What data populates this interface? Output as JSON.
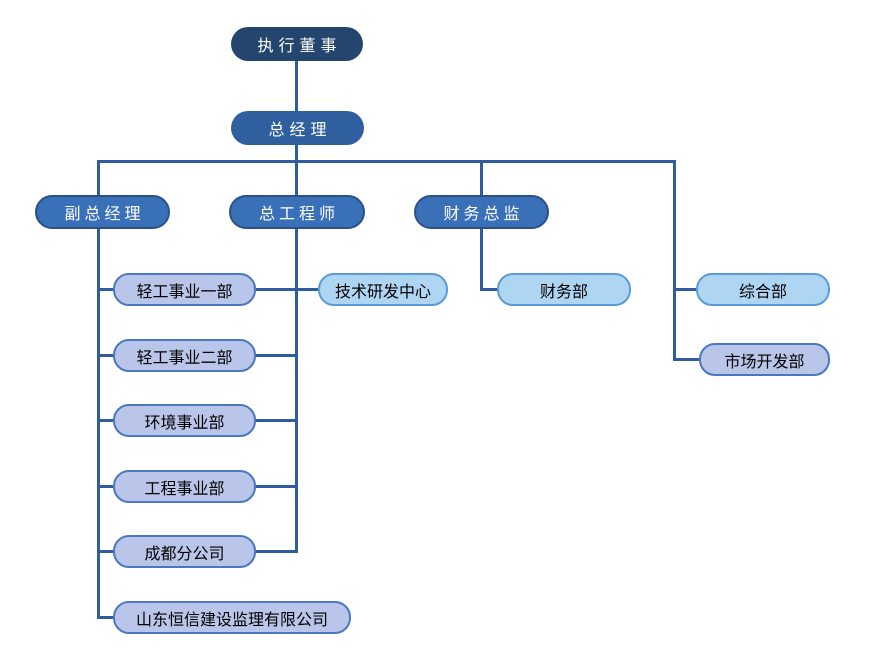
{
  "diagram": {
    "type": "org-chart",
    "nodes": {
      "executive_director": "执行董事",
      "general_manager": "总经理",
      "deputy_general_manager": "副总经理",
      "chief_engineer": "总工程师",
      "finance_director": "财务总监",
      "light_industry_dept_1": "轻工事业一部",
      "light_industry_dept_2": "轻工事业二部",
      "environment_dept": "环境事业部",
      "engineering_dept": "工程事业部",
      "chengdu_branch": "成都分公司",
      "shandong_hengxin_supervision": "山东恒信建设监理有限公司",
      "tech_rd_center": "技术研发中心",
      "finance_dept": "财务部",
      "general_dept": "综合部",
      "market_dev_dept": "市场开发部"
    },
    "edges": [
      [
        "执行董事",
        "总经理"
      ],
      [
        "总经理",
        "副总经理"
      ],
      [
        "总经理",
        "总工程师"
      ],
      [
        "总经理",
        "财务总监"
      ],
      [
        "总经理",
        "综合部"
      ],
      [
        "总经理",
        "市场开发部"
      ],
      [
        "副总经理",
        "轻工事业一部"
      ],
      [
        "副总经理",
        "轻工事业二部"
      ],
      [
        "副总经理",
        "环境事业部"
      ],
      [
        "副总经理",
        "工程事业部"
      ],
      [
        "副总经理",
        "成都分公司"
      ],
      [
        "副总经理",
        "山东恒信建设监理有限公司"
      ],
      [
        "总工程师",
        "技术研发中心"
      ],
      [
        "总工程师",
        "轻工事业一部"
      ],
      [
        "总工程师",
        "轻工事业二部"
      ],
      [
        "总工程师",
        "环境事业部"
      ],
      [
        "总工程师",
        "工程事业部"
      ],
      [
        "总工程师",
        "成都分公司"
      ],
      [
        "财务总监",
        "财务部"
      ]
    ],
    "colors": {
      "level1_fill": "#24466E",
      "level2_fill": "#2F5F9E",
      "level3_fill": "#3A70B8",
      "level3_border": "#2B5286",
      "lavender_fill": "#B9C5E9",
      "lavender_border": "#4B77C1",
      "sky_fill": "#AED6F2",
      "sky_border": "#5B9BD5",
      "connector": "#2F5D9E",
      "text_light": "#FFFFFF",
      "text_dark": "#000000"
    }
  }
}
